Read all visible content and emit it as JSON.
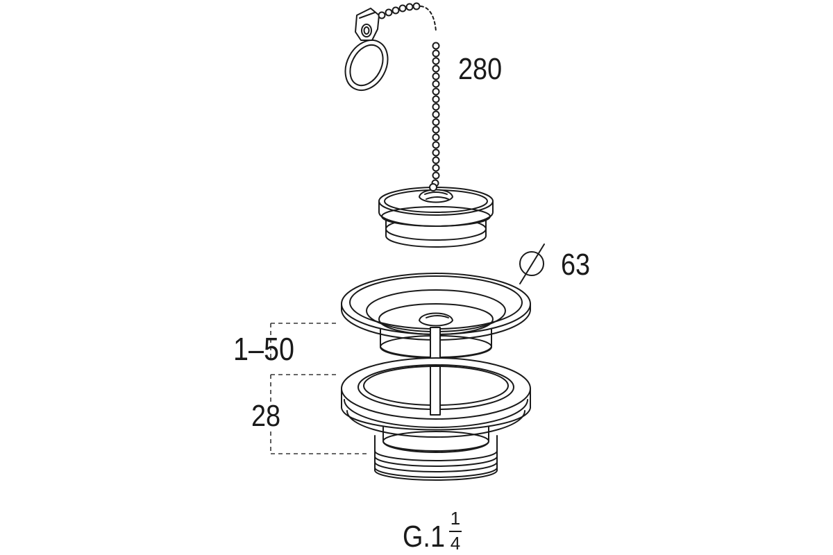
{
  "drawing": {
    "dimensions": {
      "chain_length": "280",
      "diameter": "63",
      "range": "1–50",
      "height": "28",
      "thread_prefix": "G.1",
      "thread_fraction_numerator": "1",
      "thread_fraction_denominator": "4"
    },
    "colors": {
      "line": "#1a1a1a",
      "dash": "#333333",
      "fill": "#ffffff"
    }
  }
}
